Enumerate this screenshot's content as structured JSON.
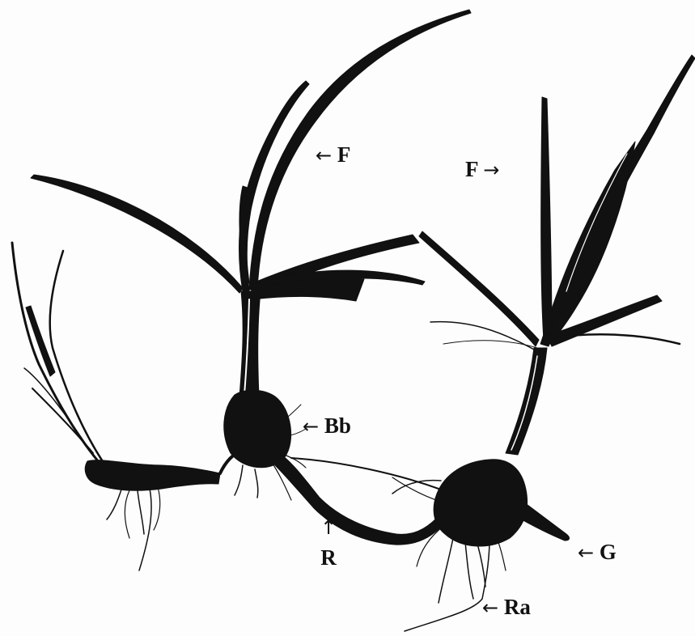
{
  "labels": {
    "leaves_left": {
      "arrow": "←",
      "text": "F"
    },
    "leaves_right": {
      "arrow": "→",
      "text": "F"
    },
    "bulb": {
      "arrow": "←",
      "text": "Bb"
    },
    "rhizome": {
      "arrow": "↑",
      "text": "R"
    },
    "growth_tip": {
      "arrow": "←",
      "text": "G"
    },
    "roots": {
      "arrow": "←",
      "text": "Ra"
    }
  },
  "colors": {
    "ink": "#111111",
    "paper": "#fdfdfd"
  }
}
